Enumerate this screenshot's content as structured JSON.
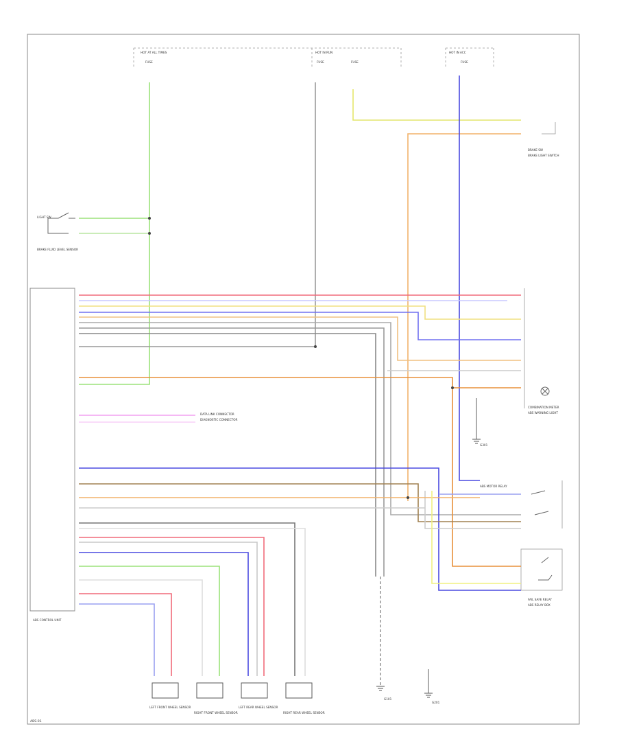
{
  "labels": {
    "fuse_box_left": "HOT AT ALL TIMES",
    "fuse_left": "FUSE",
    "fuse_mid": "FUSE",
    "fuse_mid2": "FUSE",
    "fuse_right": "FUSE",
    "hot_run": "HOT IN RUN",
    "hot_acc": "HOT IN ACC",
    "light_switch": "LIGHT SW",
    "brake_switch": "BRAKE SW",
    "brake_desc": "BRAKE LIGHT SWITCH",
    "abs_sensor": "BRAKE FLUID LEVEL SENSOR",
    "ecu_label": "ABS CONTROL UNIT",
    "dlc_label": "DATA LINK CONNECTOR",
    "dlc_desc": "DIAGNOSTIC CONNECTOR",
    "gauge_label": "COMBINATION METER",
    "gauge_desc": "ABS WARNING LIGHT",
    "relay_label": "ABS MOTOR RELAY",
    "relay2_label": "FAIL SAFE RELAY",
    "relay2_desc": "ABS RELAY BOX",
    "ground_mid": "G101",
    "ground_right": "G201",
    "ground_left": "G301",
    "sensor_fl": "LEFT FRONT WHEEL SENSOR",
    "sensor_fr": "RIGHT FRONT WHEEL SENSOR",
    "sensor_rl": "LEFT REAR WHEEL SENSOR",
    "sensor_rr": "RIGHT REAR WHEEL SENSOR",
    "page_code": "ABS-01"
  },
  "colors": {
    "green": "#9be27a",
    "yellow": "#e4e66b",
    "orange": "#f2b26a",
    "orange_dark": "#e8903a",
    "red": "#f06a7a",
    "pink": "#f2a0f0",
    "blue": "#4a4ae0",
    "gray": "#888888",
    "lavender": "#9aa0f0",
    "brown": "#a08050"
  }
}
